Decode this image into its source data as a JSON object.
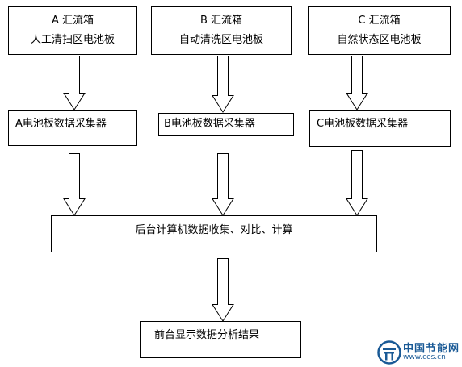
{
  "top_boxes": [
    {
      "line1": "A 汇流箱",
      "line2": "人工清扫区电池板"
    },
    {
      "line1": "B 汇流箱",
      "line2": "自动清洗区电池板"
    },
    {
      "line1": "C 汇流箱",
      "line2": "自然状态区电池板"
    }
  ],
  "collectors": [
    "A电池板数据采集器",
    "B电池板数据采集器",
    "C电池板数据采集器"
  ],
  "backend": "后台计算机数据收集、对比、计算",
  "frontend": "前台显示数据分析结果",
  "logo": {
    "title": "中国节能网",
    "url": "www.ces.cn",
    "color": "#1a5a96"
  }
}
